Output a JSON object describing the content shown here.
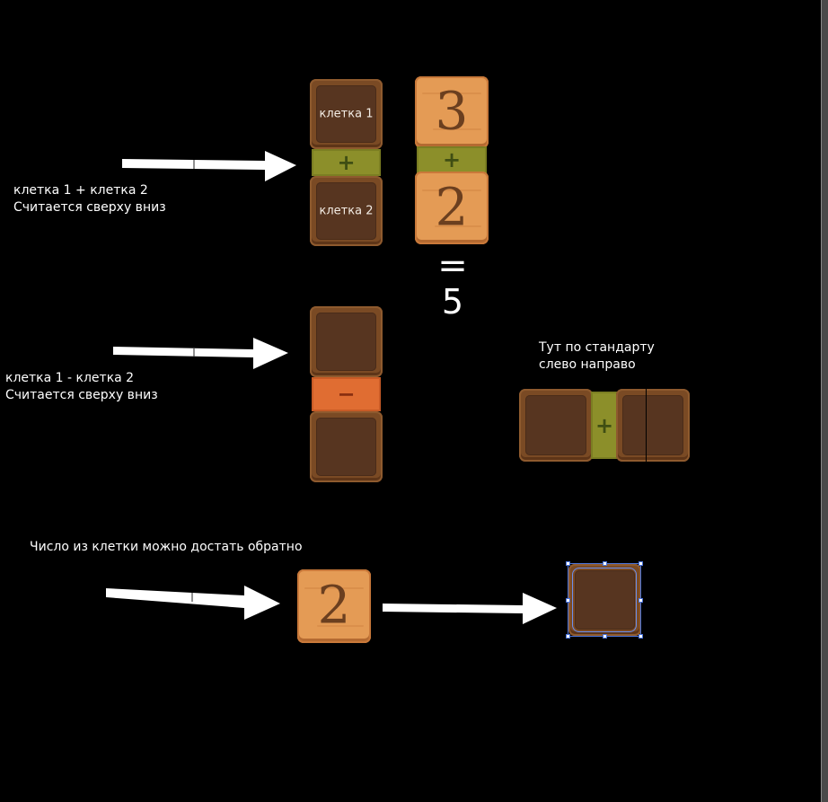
{
  "captions": {
    "plus_line1": "клетка 1 + клетка 2",
    "plus_line2": "Считается сверху вниз",
    "minus_line1": "клетка 1 - клетка 2",
    "minus_line2": "Считается сверху вниз",
    "standard_line1": "Тут по стандарту",
    "standard_line2": "слево направо",
    "extract": "Число из клетки можно достать обратно"
  },
  "cells": {
    "cell1_label": "клетка 1",
    "cell2_label": "клетка 2"
  },
  "operators": {
    "plus": "+",
    "minus": "−"
  },
  "example": {
    "top_value": "3",
    "bottom_value": "2",
    "equals": "=",
    "result": "5"
  },
  "extract_example": {
    "value": "2"
  },
  "colors": {
    "background": "#000000",
    "dark_cell": "#573520",
    "wood_cell": "#e49b55",
    "plus_bar": "#8c8f2a",
    "minus_bar": "#e06d32",
    "selection": "#4a73d8"
  }
}
